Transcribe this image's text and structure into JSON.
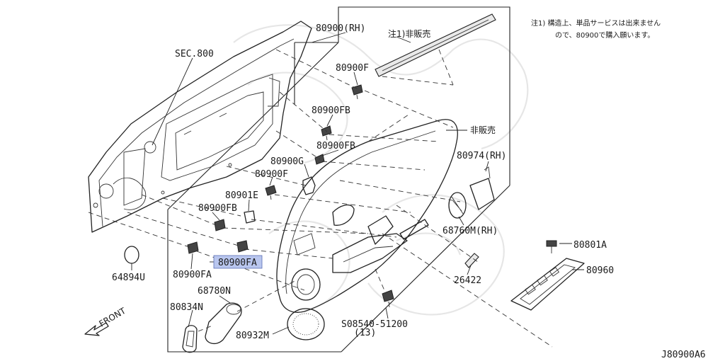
{
  "diagram": {
    "labels": {
      "sec800": "SEC.800",
      "p80900rh": "80900(RH)",
      "note1": "注1)非販売",
      "p80900f_a": "80900F",
      "p80900fb_a": "80900FB",
      "p80900fb_b": "80900FB",
      "p80900g": "80900G",
      "p80900f_b": "80900F",
      "p80901e": "80901E",
      "p80900fb_c": "80900FB",
      "p80900fa_hl": "80900FA",
      "p80900fa": "80900FA",
      "p64894u": "64894U",
      "p68780n": "68780N",
      "p80834n": "80834N",
      "front": "FRONT",
      "p80932m": "80932M",
      "p08540": "S08540-51200",
      "p08540_qty": "(13)",
      "hinhanbai": "非販売",
      "p80974rh": "80974(RH)",
      "p68760mrh": "68760M(RH)",
      "p26422": "26422",
      "p80801a": "80801A",
      "p80960": "80960",
      "refno": "J80900A6",
      "notes": [
        "注1) 構造上、単品サービスは出来ません",
        "ので、80900で購入願います。"
      ]
    },
    "colors": {
      "highlight": "#b9c6ee",
      "line": "#222222"
    }
  }
}
